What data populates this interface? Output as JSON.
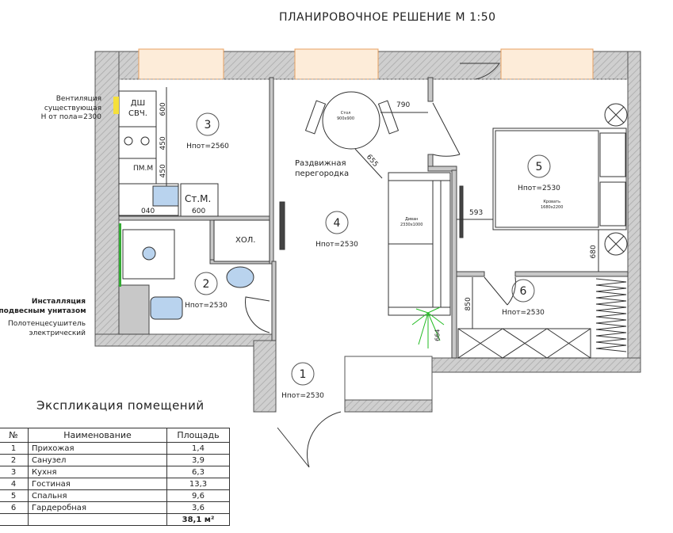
{
  "title": "ПЛАНИРОВОЧНОЕ РЕШЕНИЕ М 1:50",
  "notes": {
    "ventilation": [
      "Вентиляция",
      "существующая",
      "H от пола=2300"
    ],
    "installation": [
      "Инсталляция",
      "с подвесным унитазом"
    ],
    "towel_dryer": [
      "Полотенцесушитель",
      "электрический"
    ],
    "sliding_partition": [
      "Раздвижная",
      "перегородка"
    ]
  },
  "rooms": [
    {
      "num": "1",
      "height": "Hпот=2530"
    },
    {
      "num": "2",
      "height": "Hпот=2530"
    },
    {
      "num": "3",
      "height": "Hпот=2560"
    },
    {
      "num": "4",
      "height": "Hпот=2530"
    },
    {
      "num": "5",
      "height": "Hпот=2530"
    },
    {
      "num": "6",
      "height": "Hпот=2530"
    }
  ],
  "furniture": {
    "dishwasher": "ДШ",
    "microwave": "СВЧ.",
    "washer": "ПМ.М",
    "washing_machine": "Ст.М.",
    "fridge": "ХОЛ.",
    "table": [
      "Стол",
      "900x900"
    ],
    "sofa": [
      "Диван",
      "2330x1000"
    ],
    "bed": [
      "Кровать",
      "1680x2200"
    ]
  },
  "dimensions": {
    "d600a": "600",
    "d450a": "450",
    "d450b": "450",
    "d600b": "600",
    "d040": "040",
    "d790": "790",
    "d655": "655",
    "d593": "593",
    "d680": "680",
    "d850": "850",
    "d664": "664"
  },
  "explication": {
    "title": "Экспликация помещений",
    "headers": [
      "№",
      "Наименование",
      "Площадь"
    ],
    "rows": [
      [
        "1",
        "Прихожая",
        "1,4"
      ],
      [
        "2",
        "Санузел",
        "3,9"
      ],
      [
        "3",
        "Кухня",
        "6,3"
      ],
      [
        "4",
        "Гостиная",
        "13,3"
      ],
      [
        "5",
        "Спальня",
        "9,6"
      ],
      [
        "6",
        "Гардеробная",
        "3,6"
      ]
    ],
    "total": "38,1 м²"
  },
  "colors": {
    "wall": "#c8c8c8",
    "window": "#fdecd9",
    "window_border": "#e8a060",
    "fixture": "#b9d3ee",
    "plant": "#22bb22",
    "vent": "#f5e03a"
  }
}
